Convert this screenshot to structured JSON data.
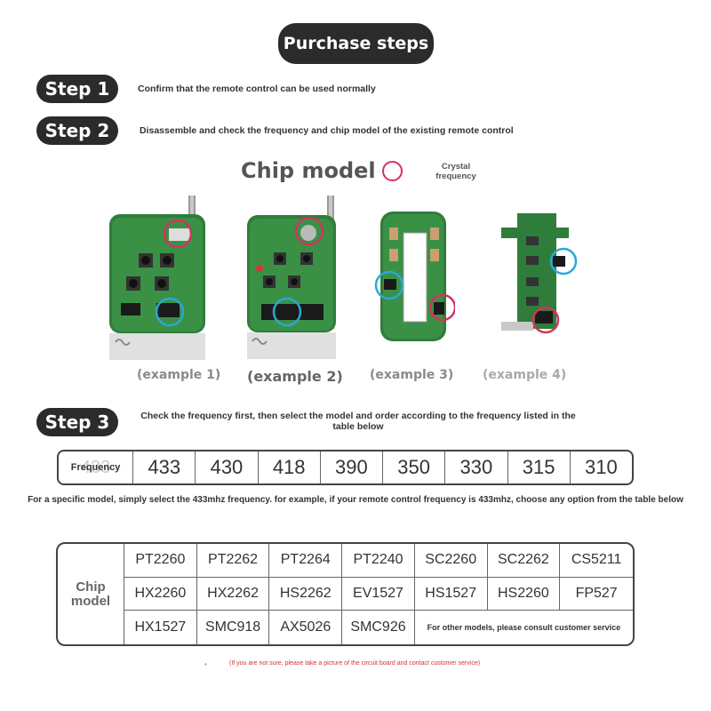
{
  "title": "Purchase steps",
  "steps": [
    {
      "label": "Step 1",
      "text": "Confirm that the remote control can be used normally"
    },
    {
      "label": "Step 2",
      "text": "Disassemble and check the frequency and chip model of the existing remote control"
    },
    {
      "label": "Step 3",
      "text": "Check the frequency first, then select the model and order according to the frequency listed in the table below"
    }
  ],
  "chip_section": {
    "heading": "Chip model",
    "legend_text": "Crystal frequency",
    "legend_color": "#d2335d",
    "chip_marker_color": "#2aa8d6",
    "examples": [
      "(example 1)",
      "(example 2)",
      "(example 3)",
      "(example 4)"
    ]
  },
  "frequency_table": {
    "header": "Frequency",
    "header_overlay": "433",
    "values": [
      "433",
      "430",
      "418",
      "390",
      "350",
      "330",
      "315",
      "310"
    ]
  },
  "frequency_note": "For a specific model, simply select the 433mhz frequency. for example, if your remote control frequency is 433mhz, choose any option from the table below",
  "chip_table": {
    "header": "Chip model",
    "rows": [
      [
        "PT2260",
        "PT2262",
        "PT2264",
        "PT2240",
        "SC2260",
        "SC2262",
        "CS5211"
      ],
      [
        "HX2260",
        "HX2262",
        "HS2262",
        "EV1527",
        "HS1527",
        "HS2260",
        "FP527"
      ],
      [
        "HX1527",
        "SMC918",
        "AX5026",
        "SMC926"
      ]
    ],
    "other_note": "For other models, please consult customer service"
  },
  "footer_note": "(If you are not sure, please take a picture of the circuit board and contact customer service)"
}
